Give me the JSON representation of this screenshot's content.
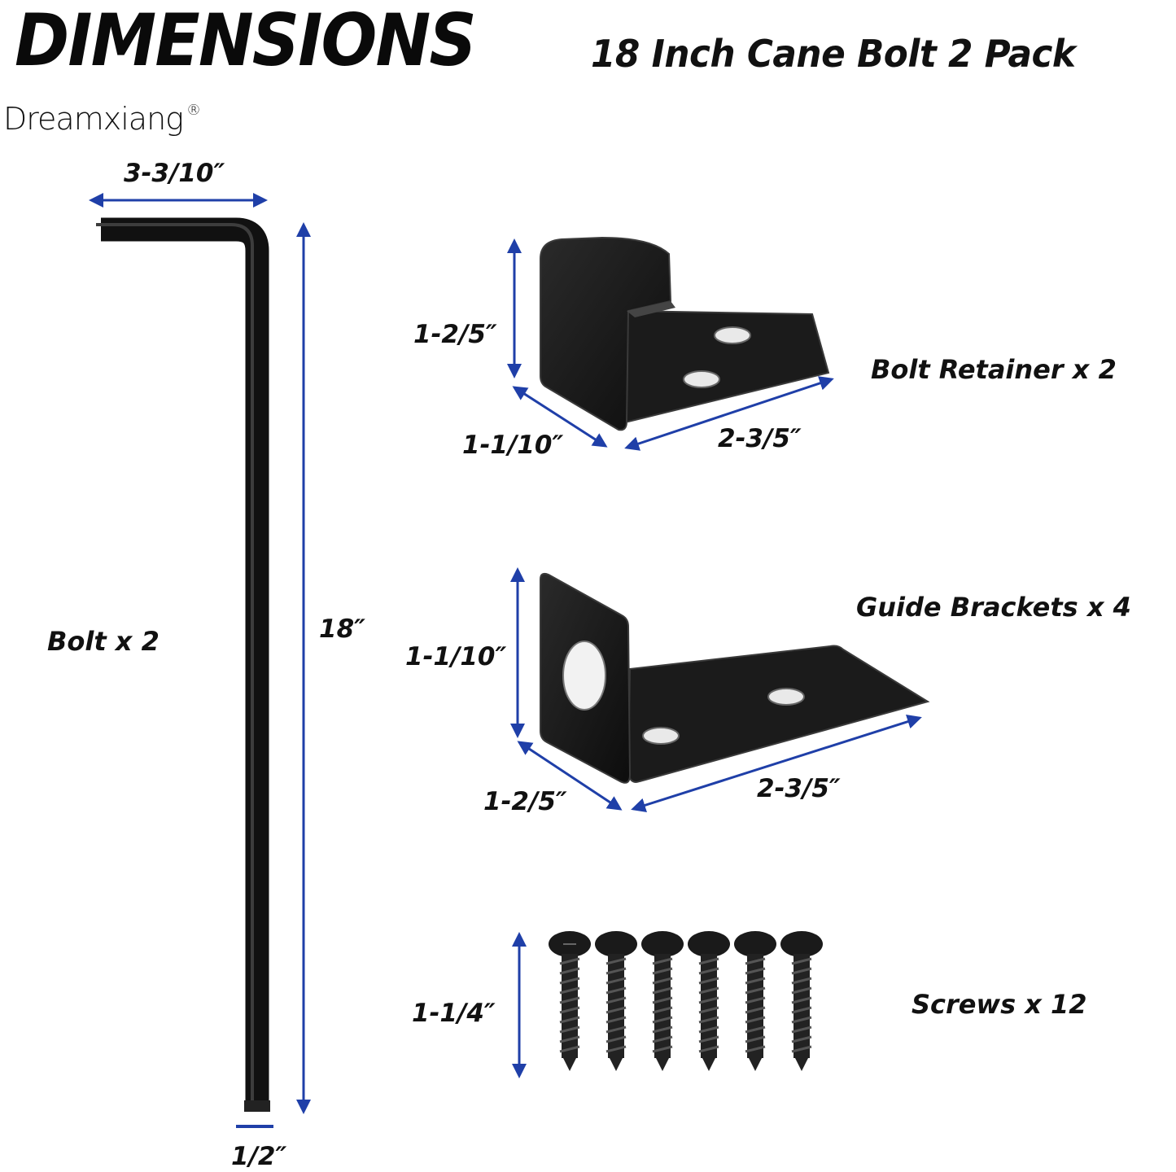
{
  "header": {
    "title": "DIMENSIONS",
    "subtitle": "18 Inch Cane Bolt 2 Pack",
    "brand": "Dreamxiang",
    "brand_mark": "®"
  },
  "bolt": {
    "label": "Bolt x 2",
    "width_dim": "3-3/10″",
    "height_dim": "18″",
    "diameter_dim": "1/2″"
  },
  "retainer": {
    "label": "Bolt Retainer x 2",
    "height_dim": "1-2/5″",
    "depth_dim": "1-1/10″",
    "length_dim": "2-3/5″"
  },
  "guide": {
    "label": "Guide Brackets x 4",
    "height_dim": "1-1/10″",
    "depth_dim": "1-2/5″",
    "length_dim": "2-3/5″"
  },
  "screws": {
    "label": "Screws x 12",
    "length_dim": "1-1/4″",
    "count_shown": 6
  },
  "colors": {
    "arrow": "#1f3fa8",
    "part": "#1a1a1a",
    "part_edge": "#3a3a3a"
  }
}
